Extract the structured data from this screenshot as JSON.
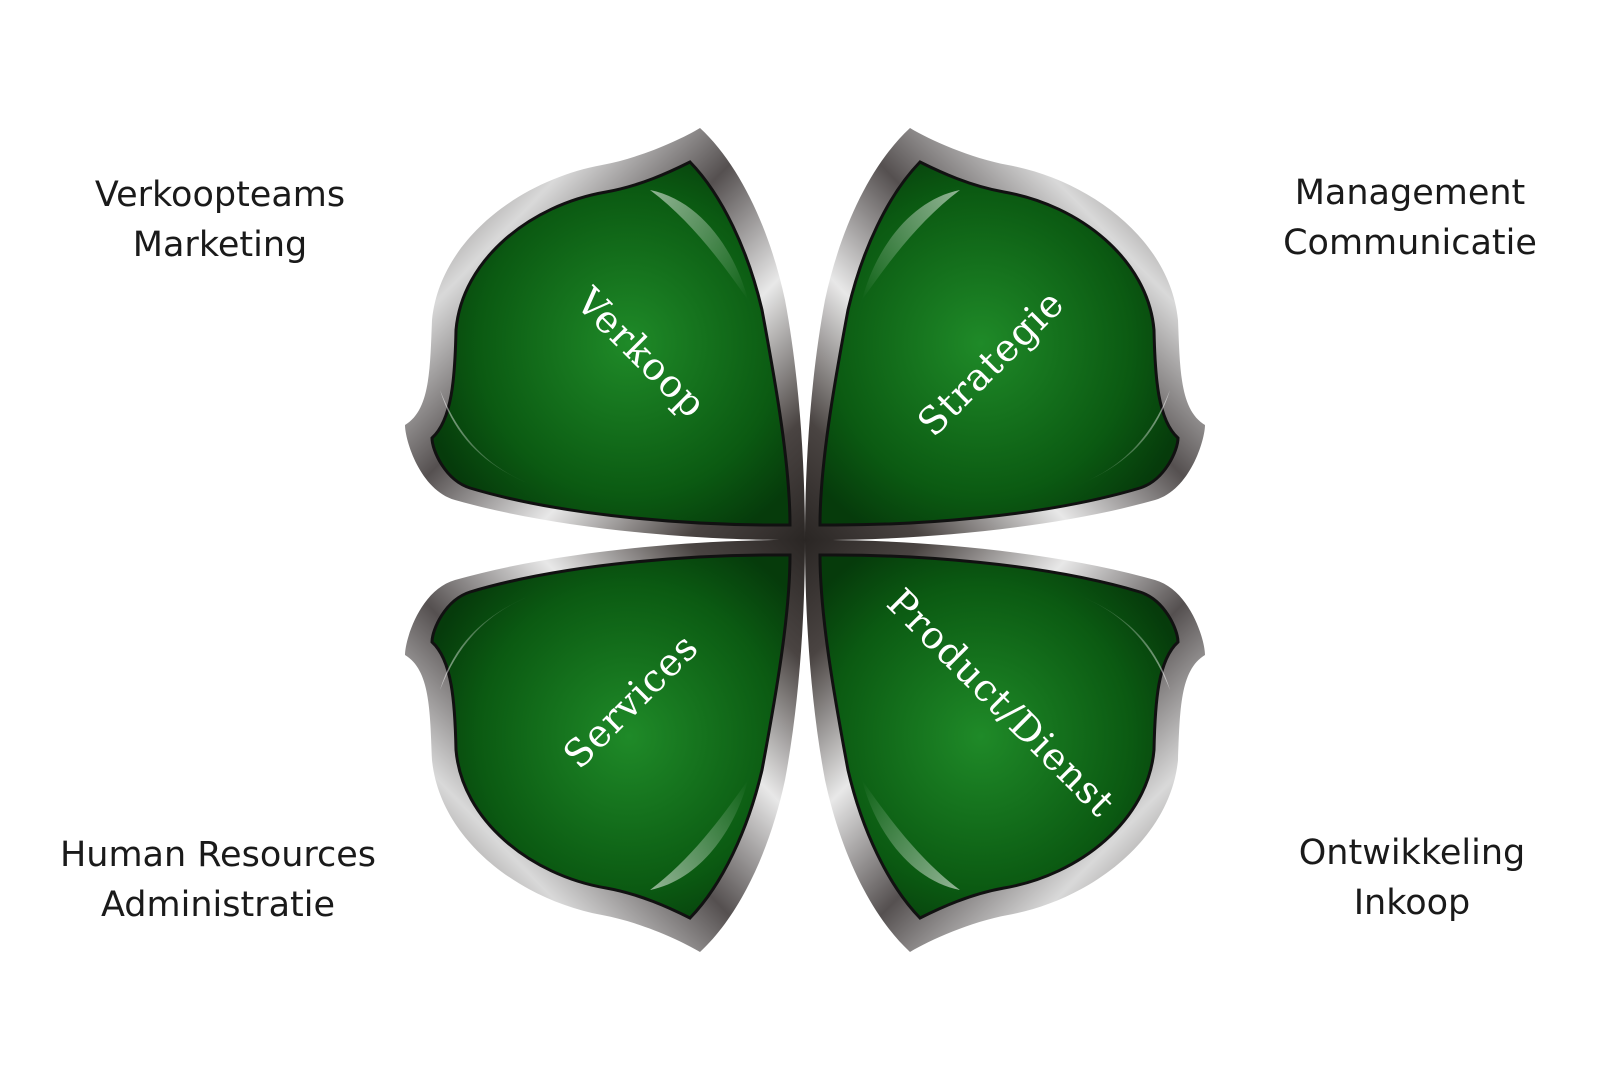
{
  "leaves": [
    {
      "label": "Verkoop"
    },
    {
      "label": "Strategie"
    },
    {
      "label": "Services"
    },
    {
      "label": "Product/Dienst"
    }
  ],
  "corners": {
    "top_left": [
      "Verkoopteams",
      "Marketing"
    ],
    "top_right": [
      "Management",
      "Communicatie"
    ],
    "bottom_left": [
      "Human Resources",
      "Administratie"
    ],
    "bottom_right": [
      "Ontwikkeling",
      "Inkoop"
    ]
  },
  "colors": {
    "leaf_green": "#0b5a12",
    "leaf_green_light": "#1f8a28",
    "rim_dark": "#2a2624",
    "rim_light": "#d9d9d9",
    "text": "#1a1a1a"
  }
}
